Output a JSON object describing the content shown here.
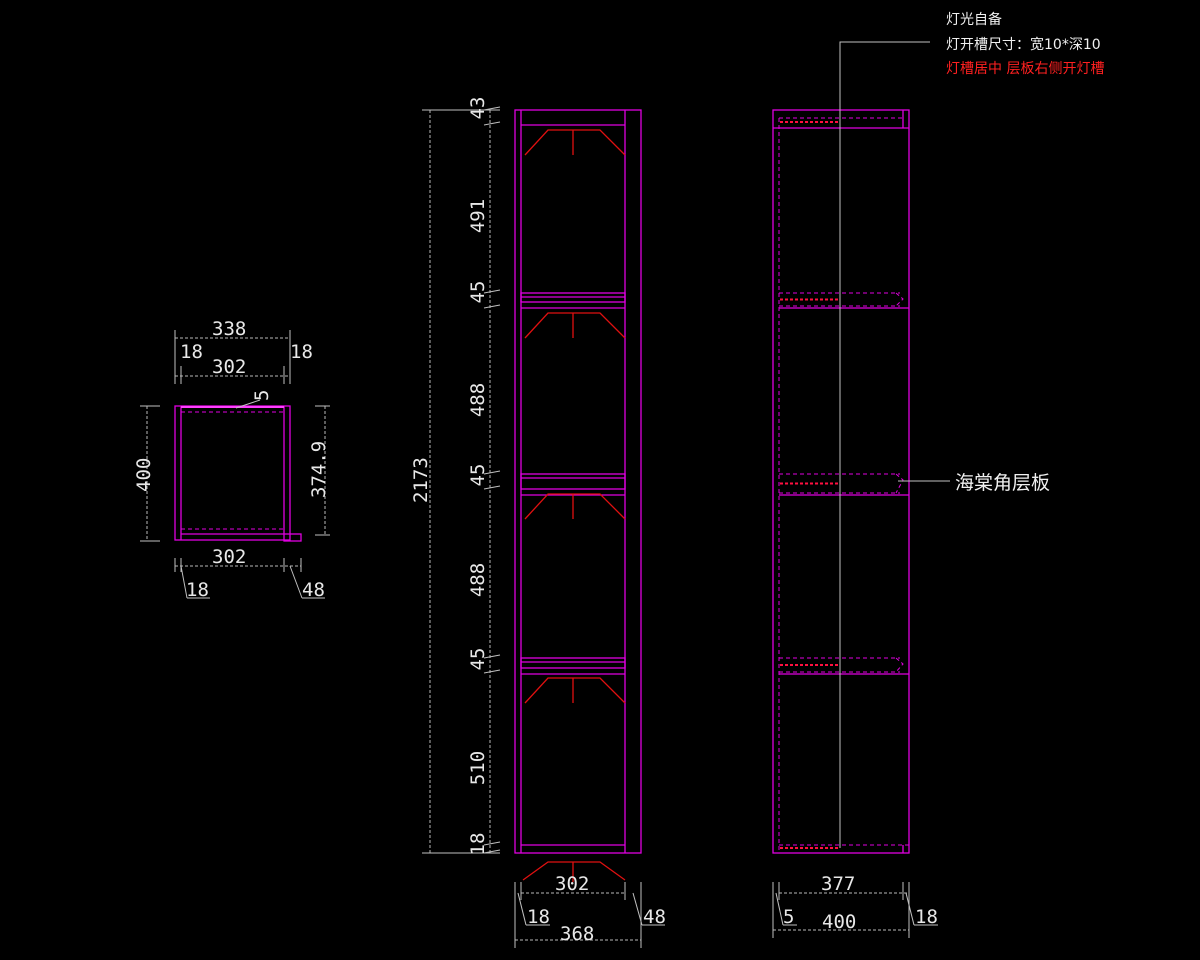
{
  "notes": {
    "line1": "灯光自备",
    "line2": "灯开槽尺寸：宽10*深10",
    "line3_red": "灯槽居中 层板右侧开灯槽",
    "shelf_label": "海棠角层板"
  },
  "plan_view": {
    "overall_width": "338",
    "left_panel": "18",
    "right_panel": "18",
    "inner_width_top": "302",
    "back_offset": "5",
    "depth": "400",
    "inner_depth": "374.9",
    "inner_width_bottom": "302",
    "bottom_left": "18",
    "bottom_right": "48"
  },
  "front_elevation": {
    "total_height": "2173",
    "segments": [
      "43",
      "491",
      "45",
      "488",
      "45",
      "488",
      "45",
      "510",
      "18"
    ],
    "inner_width": "302",
    "left_panel": "18",
    "right_panel": "48",
    "overall_width": "368"
  },
  "side_elevation": {
    "inner_depth": "377",
    "back_offset": "5",
    "depth": "400",
    "front_panel": "18"
  },
  "colors": {
    "panel": "#e000e0",
    "light_slot": "#ff2020",
    "dimension": "#b8b8b8"
  }
}
